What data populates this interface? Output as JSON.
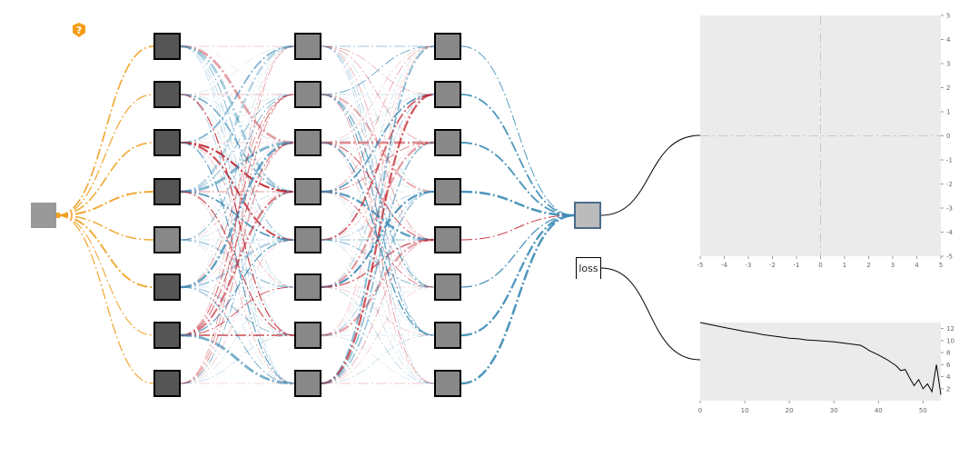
{
  "help": {
    "icon": "question-mark-icon",
    "glyph": "?",
    "color": "#f59c1a"
  },
  "network": {
    "input_nodes": 1,
    "hidden_layers": [
      8,
      8,
      8
    ],
    "output_nodes": 1,
    "hidden_node_shades": [
      [
        "#555555",
        "#555555",
        "#555555",
        "#555555",
        "#888888",
        "#555555",
        "#555555",
        "#555555"
      ],
      [
        "#888888",
        "#888888",
        "#888888",
        "#888888",
        "#888888",
        "#888888",
        "#888888",
        "#888888"
      ],
      [
        "#888888",
        "#888888",
        "#888888",
        "#888888",
        "#888888",
        "#888888",
        "#888888",
        "#888888"
      ]
    ],
    "input_color": "#999999",
    "output_fill": "#bbbbbb",
    "output_border": "#4a6b8a",
    "positive_weight_color": "#3b8bb5",
    "negative_weight_color": "#c0202a",
    "input_weight_color": "#f0a020"
  },
  "loss_label": "loss",
  "output_plot": {
    "x_ticks": [
      "-5",
      "-4",
      "-3",
      "-2",
      "-1",
      "0",
      "1",
      "2",
      "3",
      "4",
      "5"
    ],
    "y_ticks": [
      "5",
      "4",
      "3",
      "2",
      "1",
      "0",
      "-1",
      "-2",
      "-3",
      "-4",
      "-5"
    ],
    "xlim": [
      -5,
      5
    ],
    "ylim": [
      -5,
      5
    ]
  },
  "loss_plot": {
    "x_ticks": [
      "0",
      "10",
      "20",
      "30",
      "40",
      "50"
    ],
    "y_ticks": [
      "12",
      "10",
      "8",
      "6",
      "4",
      "2"
    ],
    "xlim": [
      0,
      54
    ],
    "ylim": [
      0,
      13
    ]
  },
  "chart_data": {
    "type": "line",
    "title": "",
    "xlabel": "",
    "ylabel": "",
    "xlim": [
      0,
      54
    ],
    "ylim": [
      0,
      13
    ],
    "x": [
      0,
      2,
      4,
      6,
      8,
      10,
      12,
      14,
      16,
      18,
      20,
      22,
      24,
      26,
      28,
      30,
      32,
      34,
      36,
      37,
      38,
      40,
      42,
      44,
      45,
      46,
      47,
      48,
      49,
      50,
      51,
      52,
      53,
      54
    ],
    "values": [
      13.0,
      12.7,
      12.4,
      12.1,
      11.8,
      11.5,
      11.3,
      11.0,
      10.8,
      10.6,
      10.4,
      10.3,
      10.1,
      10.0,
      9.9,
      9.8,
      9.6,
      9.4,
      9.2,
      8.8,
      8.3,
      7.6,
      6.8,
      5.8,
      5.0,
      5.2,
      3.8,
      2.5,
      3.5,
      2.0,
      2.8,
      1.5,
      6.0,
      1.0
    ]
  }
}
